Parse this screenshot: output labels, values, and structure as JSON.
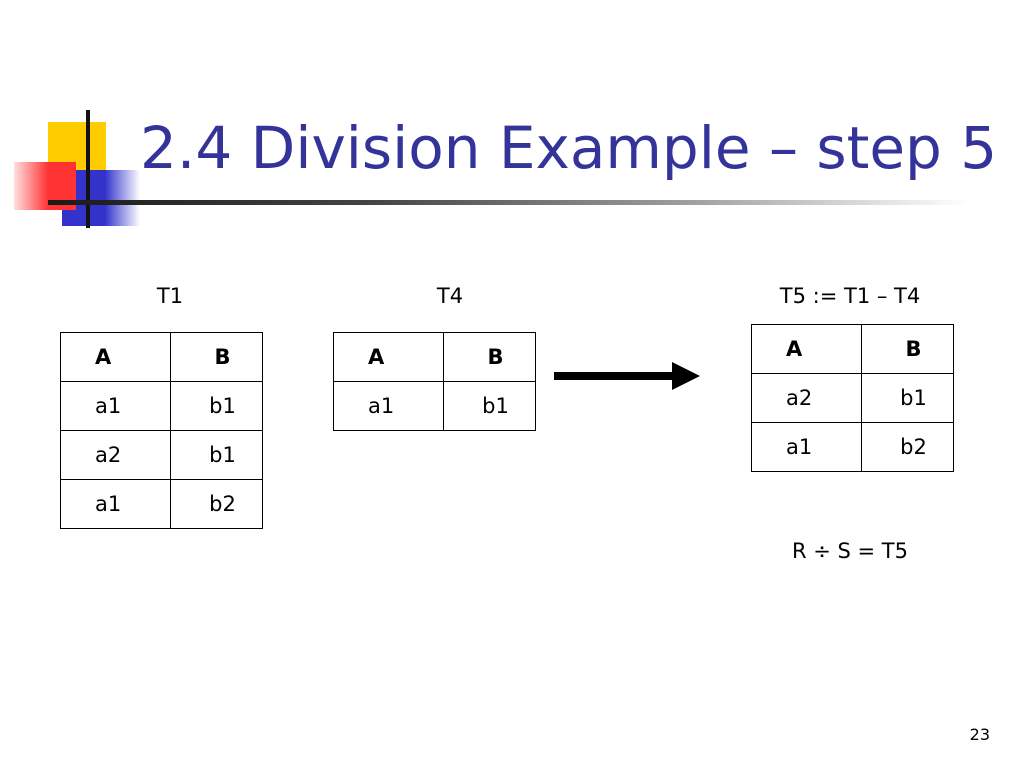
{
  "slide": {
    "title": "2.4 Division Example – step 5",
    "page_number": "23",
    "accent_colors": {
      "title": "#333399",
      "deco_yellow": "#FFCC00",
      "deco_blue": "#3333CC",
      "deco_red": "#FF3333"
    }
  },
  "tables": {
    "t1": {
      "label": "T1",
      "headers": [
        "A",
        "B"
      ],
      "rows": [
        [
          "a1",
          "b1"
        ],
        [
          "a2",
          "b1"
        ],
        [
          "a1",
          "b2"
        ]
      ]
    },
    "t4": {
      "label": "T4",
      "headers": [
        "A",
        "B"
      ],
      "rows": [
        [
          "a1",
          "b1"
        ]
      ]
    },
    "t5": {
      "label": "T5 := T1 – T4",
      "headers": [
        "A",
        "B"
      ],
      "rows": [
        [
          "a2",
          "b1"
        ],
        [
          "a1",
          "b2"
        ]
      ]
    }
  },
  "result_text": "R ÷ S = T5",
  "icons": {
    "arrow": "arrow-right-icon",
    "decoration": "corner-decoration-icon"
  }
}
